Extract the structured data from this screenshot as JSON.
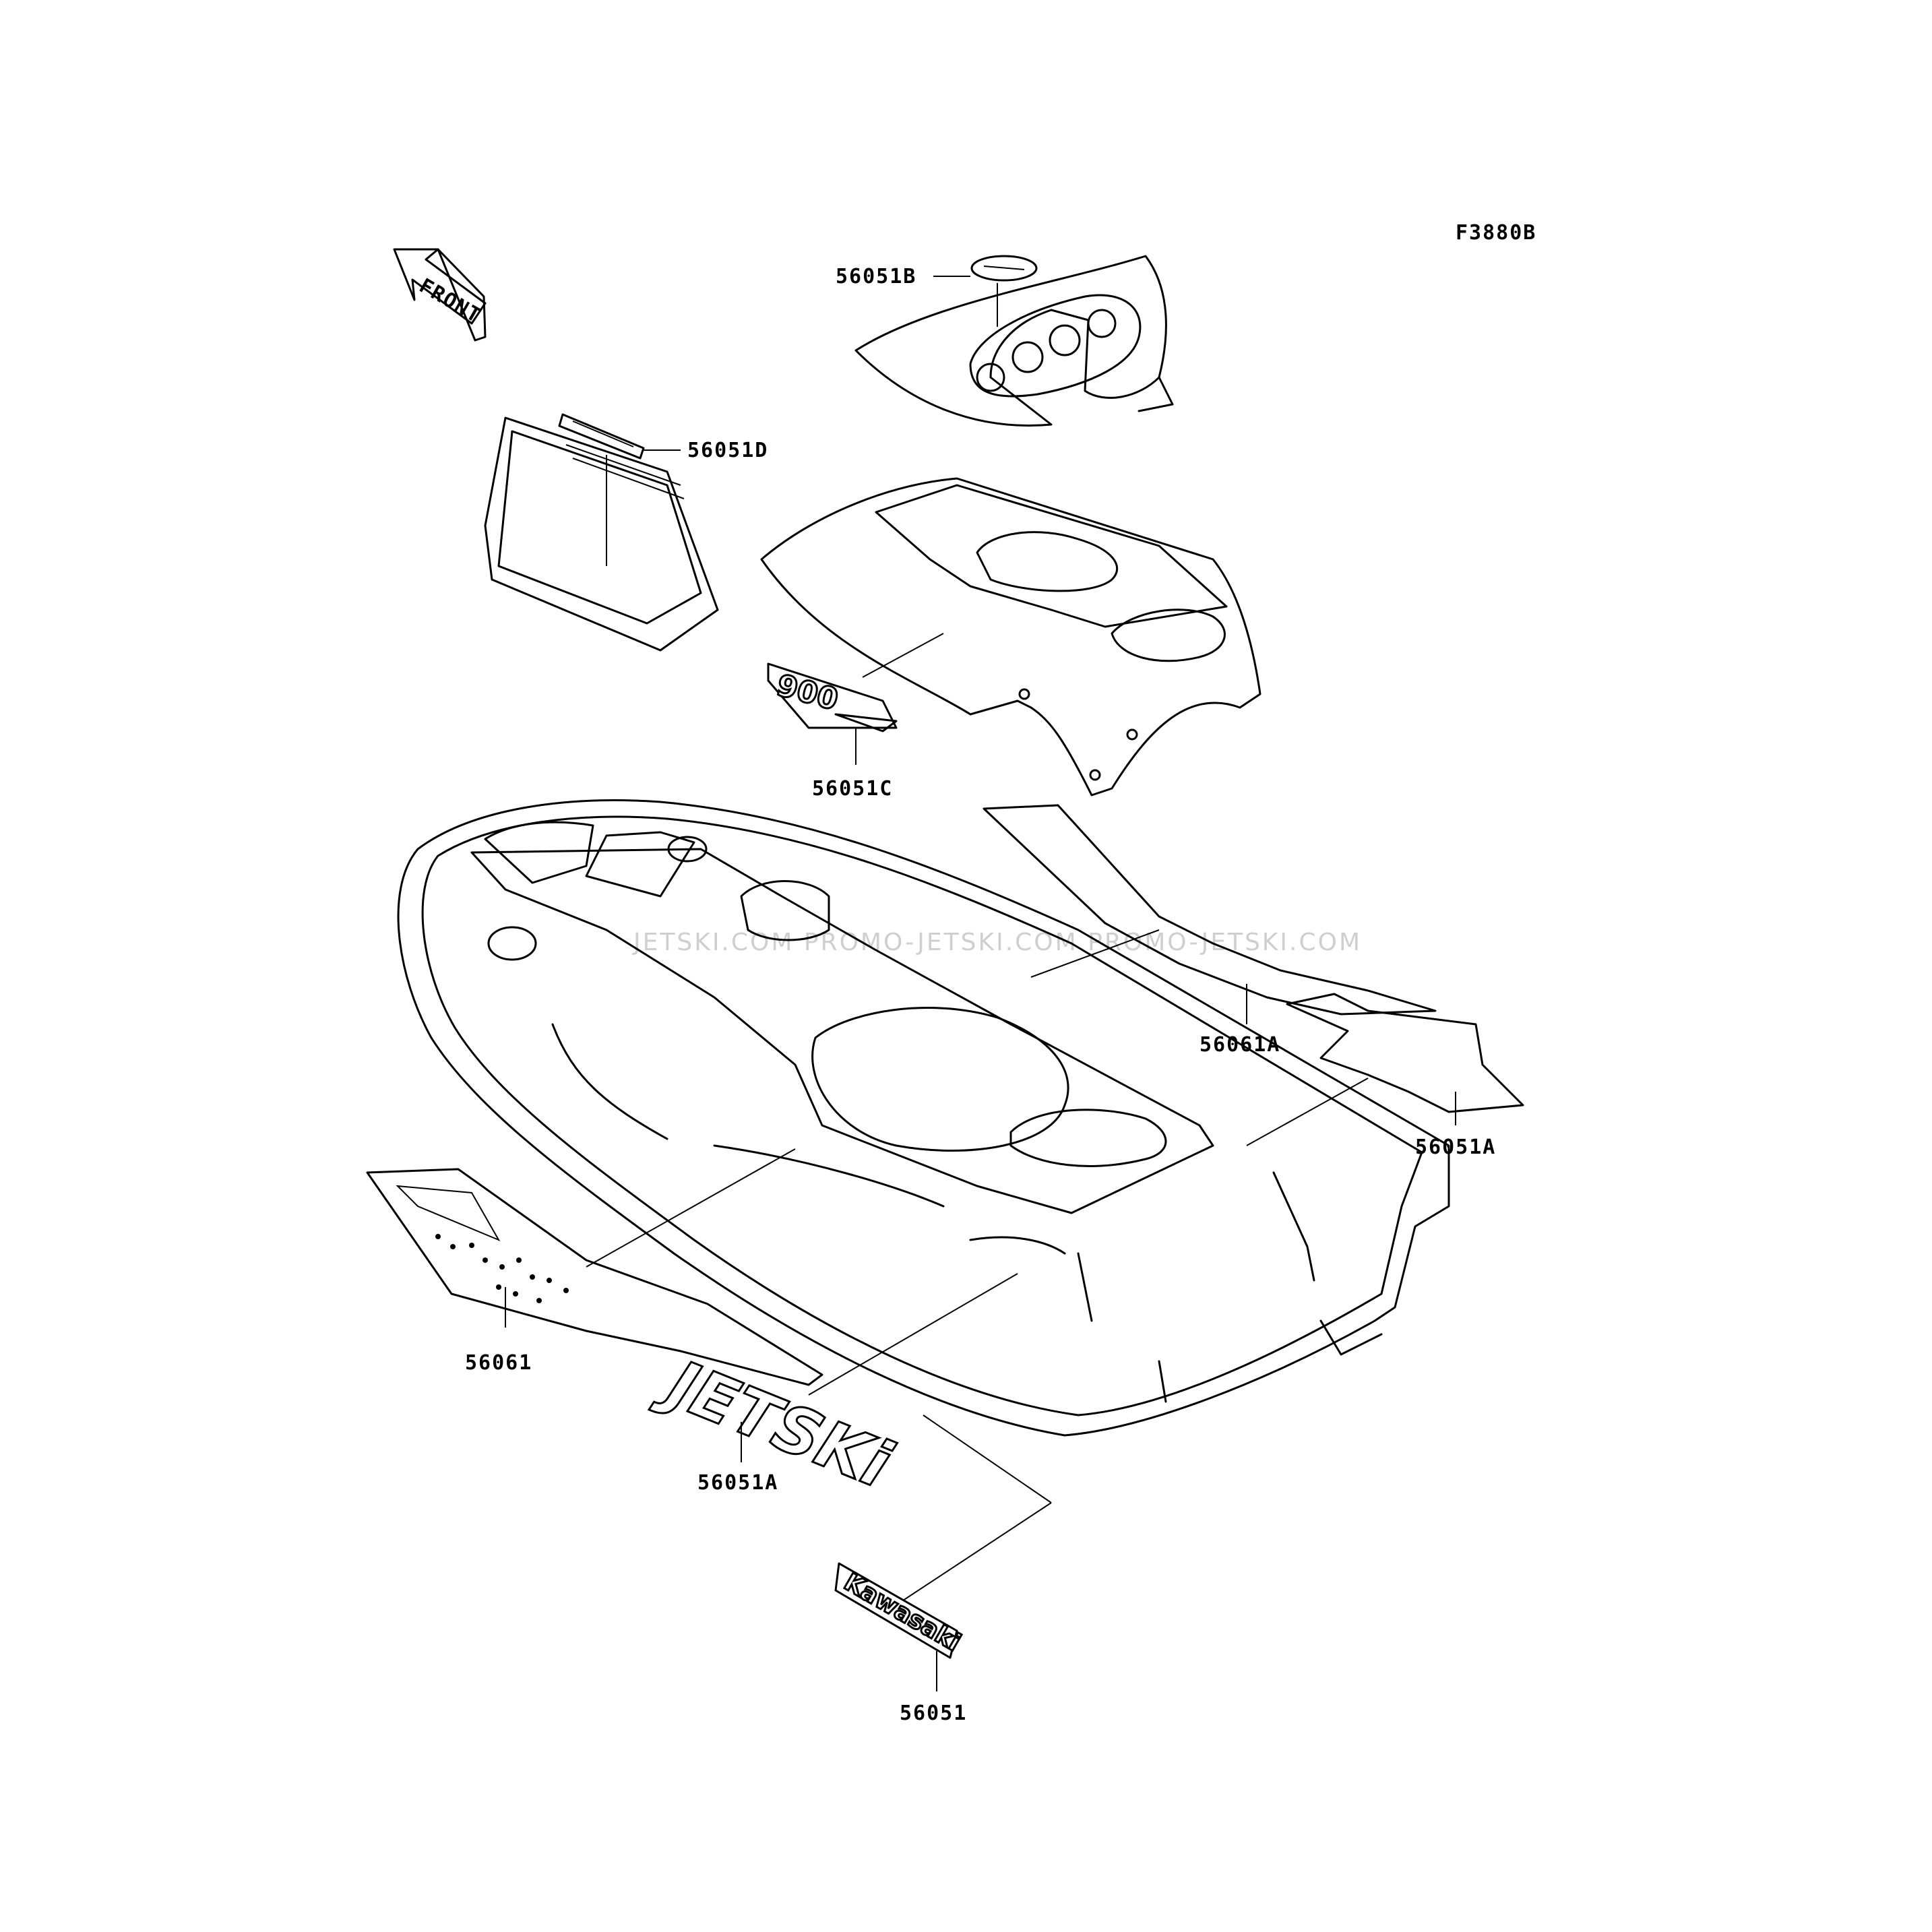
{
  "diagram": {
    "figure_code": "F3880B",
    "direction_label": "FRONT",
    "watermark": "JETSKI.COM  PROMO-JETSKI.COM  PROMO-JETSKI.COM",
    "parts": [
      {
        "id": "p56051B",
        "label": "56051B"
      },
      {
        "id": "p56051D",
        "label": "56051D"
      },
      {
        "id": "p56051C",
        "label": "56051C"
      },
      {
        "id": "p56061A",
        "label": "56061A"
      },
      {
        "id": "p56051A_right",
        "label": "56051A"
      },
      {
        "id": "p56061",
        "label": "56061"
      },
      {
        "id": "p56051A_bottom",
        "label": "56051A"
      },
      {
        "id": "p56051",
        "label": "56051"
      }
    ],
    "decal_texts": {
      "num900": "900",
      "jetski": "JETSKi",
      "kawasaki": "Kawasaki"
    }
  }
}
